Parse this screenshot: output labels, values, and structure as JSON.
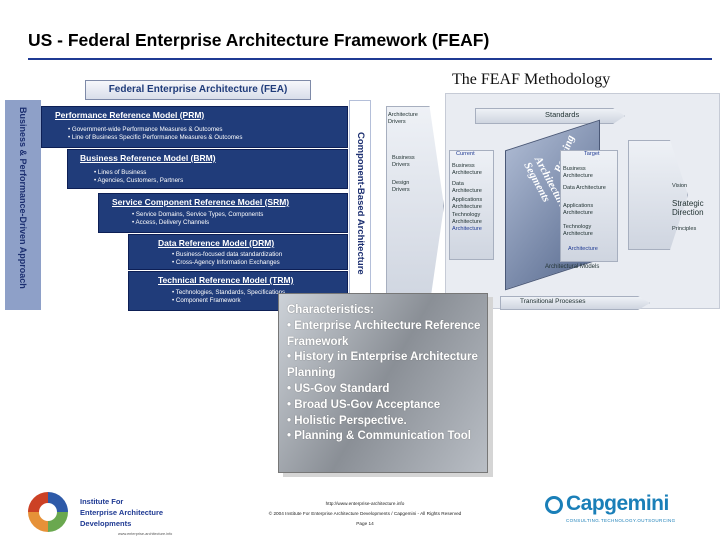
{
  "slide": {
    "title": "US - Federal Enterprise Architecture Framework (FEAF)"
  },
  "fea": {
    "title": "Federal Enterprise Architecture (FEA)",
    "left_label": "Business & Performance-Driven Approach",
    "right_label": "Component-Based Architecture",
    "models": [
      {
        "title": "Performance Reference Model (PRM)",
        "bullets": [
          "• Government-wide Performance Measures & Outcomes",
          "• Line of Business Specific Performance Measures & Outcomes"
        ]
      },
      {
        "title": "Business Reference Model (BRM)",
        "bullets": [
          "• Lines of Business",
          "• Agencies, Customers, Partners"
        ]
      },
      {
        "title": "Service Component Reference Model (SRM)",
        "bullets": [
          "• Service Domains, Service Types, Components",
          "• Access, Delivery Channels"
        ]
      },
      {
        "title": "Data Reference Model (DRM)",
        "bullets": [
          "• Business-focused data standardization",
          "• Cross-Agency Information Exchanges"
        ]
      },
      {
        "title": "Technical Reference Model (TRM)",
        "bullets": [
          "• Technologies, Standards, Specifications",
          "• Component Framework"
        ]
      }
    ]
  },
  "methodology": {
    "title": "The FEAF Methodology",
    "labels": {
      "architecture_drivers": "Architecture Drivers",
      "business_drivers": "Business Drivers",
      "design_drivers": "Design Drivers",
      "standards": "Standards",
      "current": "Current",
      "target": "Target",
      "business_architecture": "Business Architecture",
      "data_architecture": "Data Architecture",
      "applications_architecture": "Applications Architecture",
      "technology_architecture": "Technology Architecture",
      "architecture": "Architecture",
      "architectural_models": "Architectural Models",
      "transitional_processes": "Transitional Processes",
      "vision": "Vision",
      "strategic_direction": "Strategic Direction",
      "principles": "Principles",
      "architectural_segments": "Architectural Segments",
      "banking": "Banking"
    }
  },
  "characteristics": {
    "heading": "Characteristics:",
    "items": [
      "• Enterprise Architecture Reference Framework",
      "• History in Enterprise Architecture Planning",
      "• US-Gov Standard",
      "• Broad US-Gov Acceptance",
      "• Holistic Perspective.",
      "• Planning & Communication Tool"
    ]
  },
  "footer": {
    "url": "http://www.enterprise-architecture.info",
    "copyright": "© 2004 Institute For Enterprise Architecture Developments / Capgemini - All Rights Reserved",
    "page": "Page 14",
    "institute": [
      "Institute For",
      "Enterprise Architecture",
      "Developments"
    ],
    "institute_sub": "www.enterprise-architecture.info",
    "capgemini": "Capgemini",
    "capgemini_tag": "CONSULTING.TECHNOLOGY.OUTSOURCING"
  },
  "colors": {
    "title_rule": "#1f3a93",
    "model_box": "#203c7a",
    "capgemini": "#1a7fb8"
  }
}
